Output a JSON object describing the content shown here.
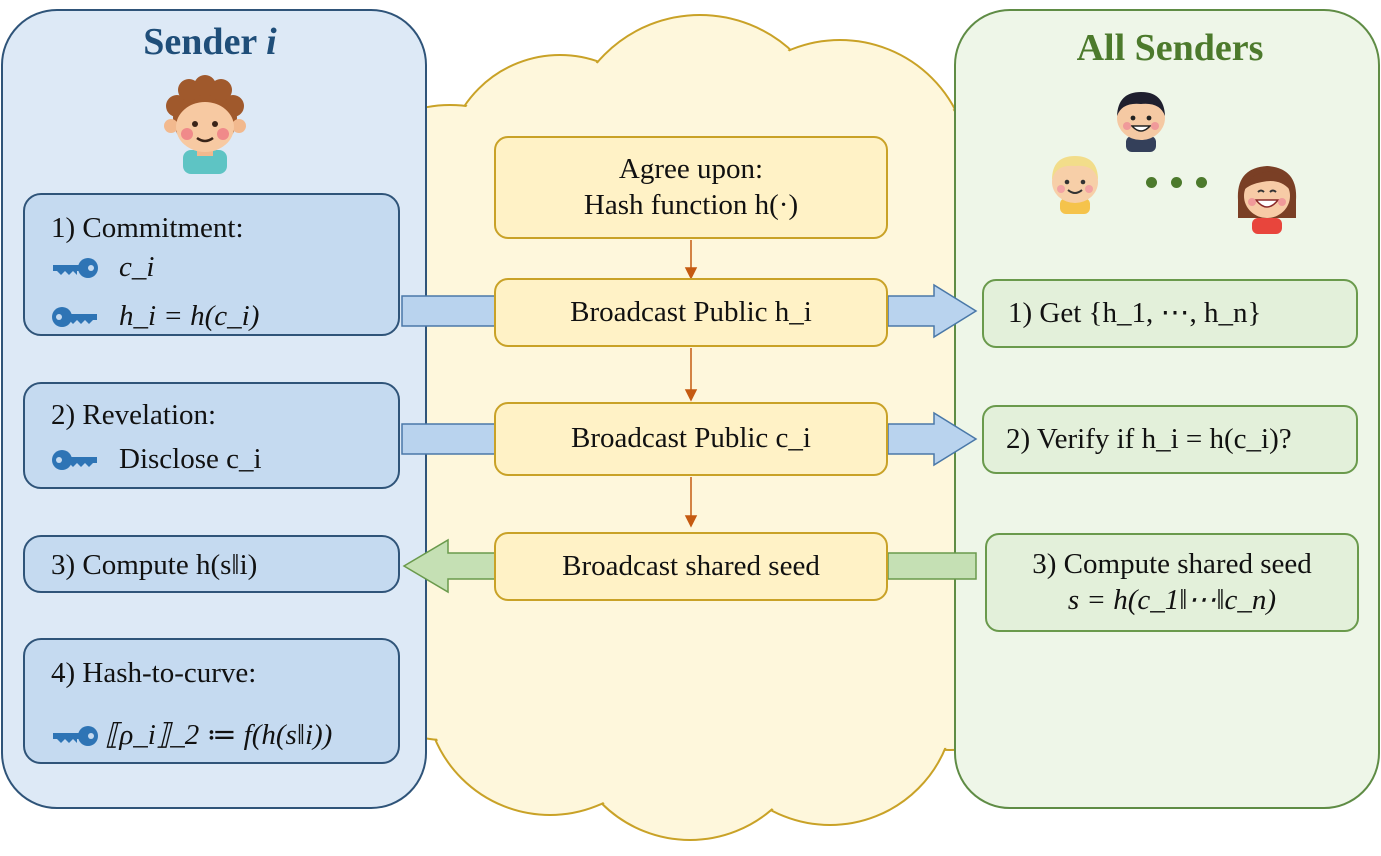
{
  "sender_panel": {
    "title_prefix": "Sender",
    "title_var": "i",
    "step1": {
      "label": "1) Commitment:",
      "line1": "c_i",
      "line2": "h_i = h(c_i)"
    },
    "step2": {
      "label": "2) Revelation:",
      "line1": "Disclose c_i"
    },
    "step3": {
      "label": "3) Compute h(s‖i)"
    },
    "step4": {
      "label": "4) Hash-to-curve:",
      "line1": "⟦ρ_i⟧_2 ≔ f(h(s‖i))"
    }
  },
  "center_panel": {
    "agree": {
      "line1": "Agree upon:",
      "line2": "Hash function h(·)"
    },
    "broadcast_h": "Broadcast Public h_i",
    "broadcast_c": "Broadcast Public c_i",
    "broadcast_seed": "Broadcast shared seed"
  },
  "all_senders_panel": {
    "title": "All Senders",
    "step1": "1) Get {h_1, ⋯, h_n}",
    "step2": "2) Verify if  h_i = h(c_i)?",
    "step3": {
      "line1": "3) Compute shared seed",
      "line2": "s = h(c_1‖⋯‖c_n)"
    }
  },
  "colors": {
    "sender_fill": "#dde9f6",
    "sender_border": "#2f5479",
    "sender_title": "#1f4e79",
    "cloud_fill": "#fef7dc",
    "cloud_border": "#c9a227",
    "all_fill": "#eef6e8",
    "all_border": "#5f8c45",
    "all_title": "#4c7a2c",
    "blue_arrow": "#b9d3ee",
    "green_arrow": "#c5e0b4",
    "down_arrow": "#c55a11",
    "key": "#2e74b5"
  },
  "icons": [
    "key-icon",
    "boy-curly-icon",
    "boy-dark-icon",
    "boy-blond-icon",
    "girl-icon"
  ]
}
